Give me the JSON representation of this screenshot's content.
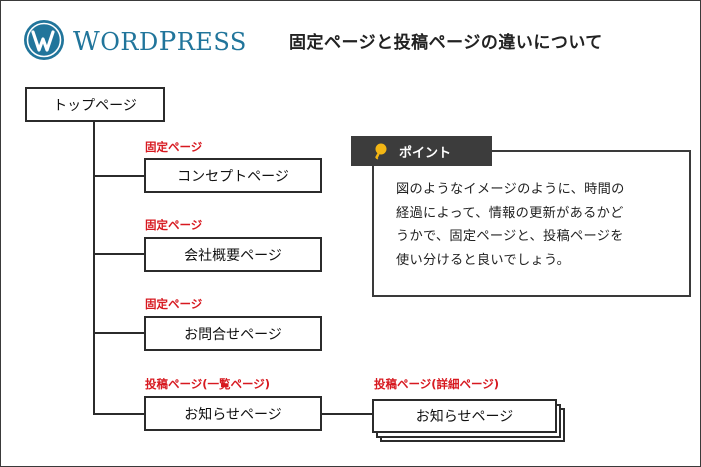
{
  "header": {
    "logo_prefix": "W",
    "logo_rest": "ORD",
    "logo_prefix2": "P",
    "logo_rest2": "RESS",
    "title": "固定ページと投稿ページの違いについて"
  },
  "tree": {
    "root": "トップページ",
    "pages": [
      {
        "tag": "固定ページ",
        "label": "コンセプトページ"
      },
      {
        "tag": "固定ページ",
        "label": "会社概要ページ"
      },
      {
        "tag": "固定ページ",
        "label": "お問合せページ"
      },
      {
        "tag": "投稿ページ(一覧ページ)",
        "label": "お知らせページ"
      }
    ],
    "detail": {
      "tag": "投稿ページ(詳細ページ)",
      "label": "お知らせページ"
    }
  },
  "point": {
    "heading": "ポイント",
    "lines": [
      "図のようなイメージのように、時間の",
      "経過によって、情報の更新があるかど",
      "うかで、固定ページと、投稿ページを",
      "使い分けると良いでしょう。"
    ]
  },
  "colors": {
    "wordpress_blue": "#21759b",
    "tag_red": "#d71920",
    "callout_dark": "#3c3c3c",
    "bulb_yellow": "#f3b614"
  }
}
